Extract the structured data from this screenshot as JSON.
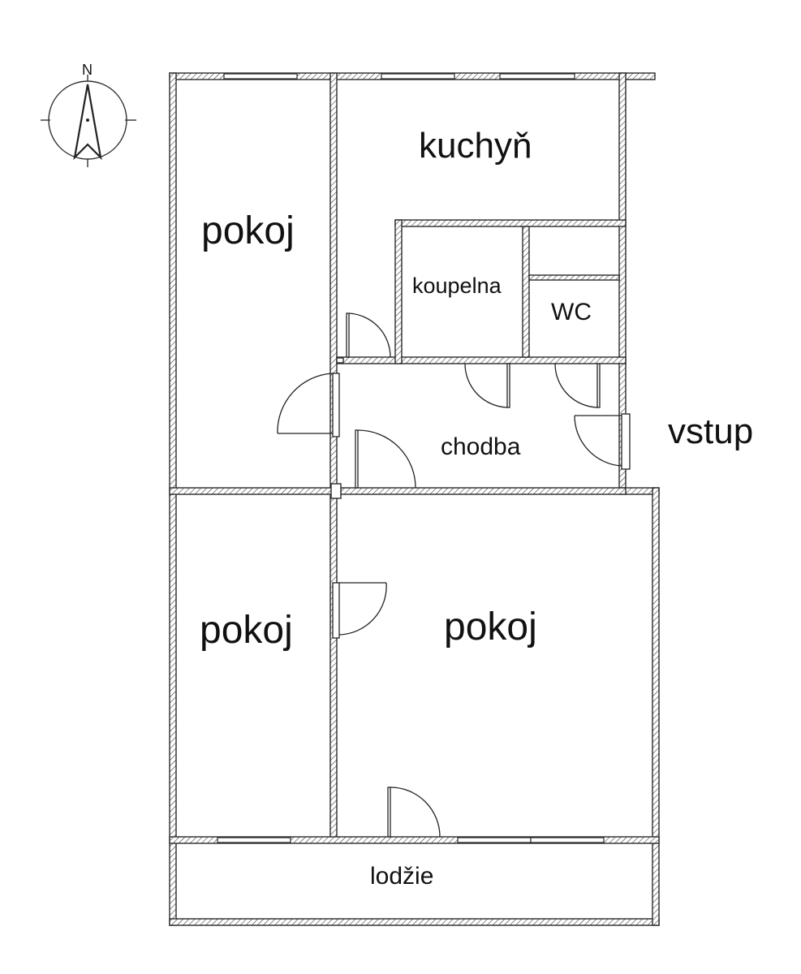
{
  "compass": {
    "north_label": "N",
    "icon": "north-arrow-icon"
  },
  "rooms": {
    "kitchen": "kuchyň",
    "room_top_left": "pokoj",
    "bathroom": "koupelna",
    "wc": "WC",
    "hallway": "chodba",
    "entrance": "vstup",
    "room_bottom_left": "pokoj",
    "room_bottom_right": "pokoj",
    "loggia": "lodžie"
  }
}
